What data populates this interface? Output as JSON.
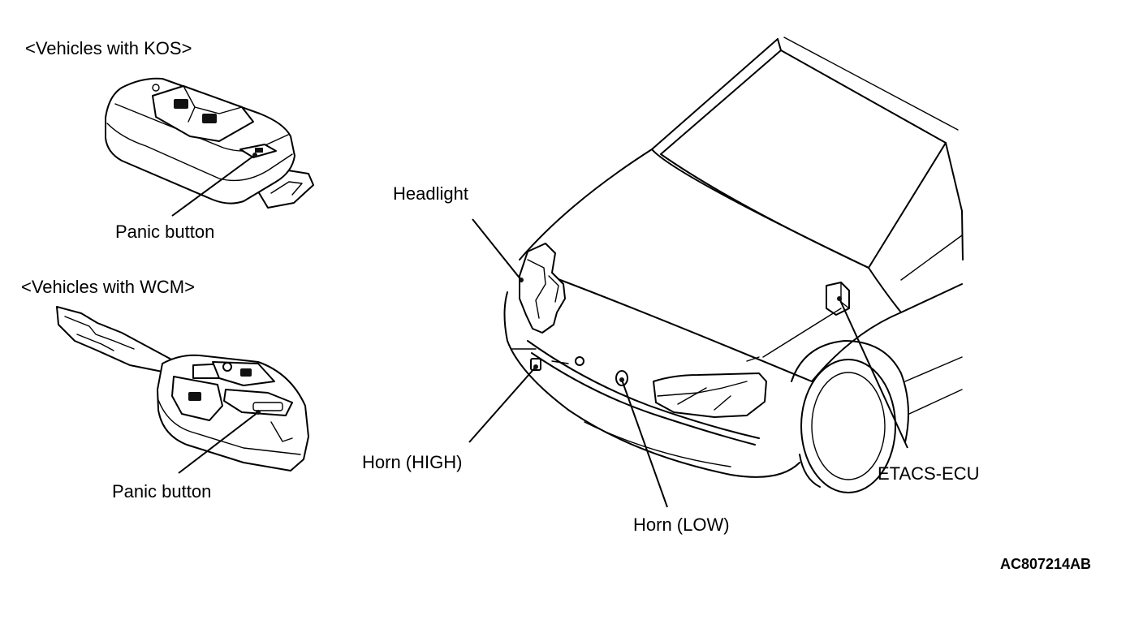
{
  "labels": {
    "kos_title": "<Vehicles with KOS>",
    "kos_panic": "Panic button",
    "wcm_title": "<Vehicles with WCM>",
    "wcm_panic": "Panic button",
    "headlight": "Headlight",
    "horn_high": "Horn (HIGH)",
    "horn_low": "Horn (LOW)",
    "etacs": "ETACS-ECU",
    "figure_code": "AC807214AB"
  },
  "icons": [
    "kos-remote-icon",
    "wcm-key-icon",
    "vehicle-front-icon"
  ]
}
